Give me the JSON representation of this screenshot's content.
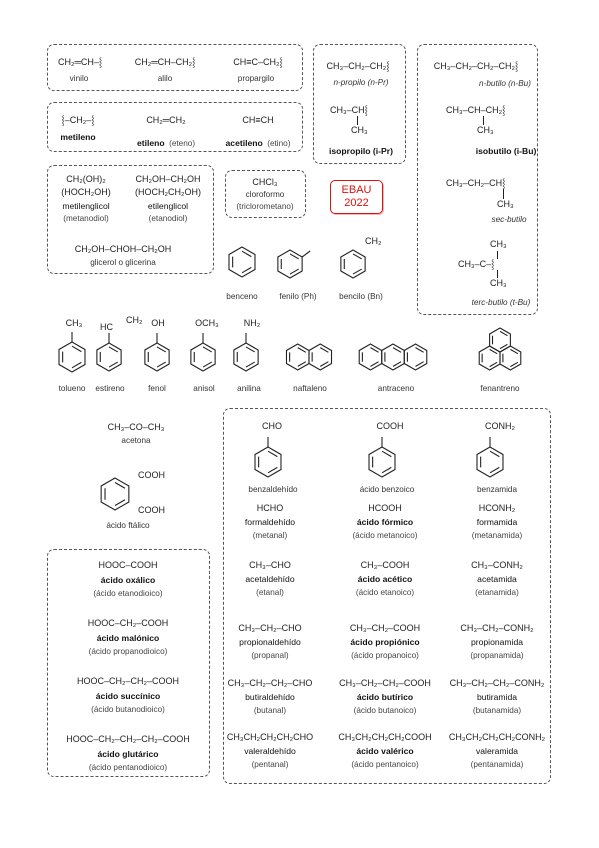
{
  "ebau": {
    "line1": "EBAU",
    "line2": "2022",
    "color": "#dd1111"
  },
  "radicals": [
    {
      "id": "vinilo",
      "formula": "CH₂═CH–⸾",
      "label": "vinilo"
    },
    {
      "id": "alilo",
      "formula": "CH₂═CH–CH₂⸾",
      "label": "alilo"
    },
    {
      "id": "propargilo",
      "formula": "CH≡C–CH₂⸾",
      "label": "propargilo"
    },
    {
      "id": "npropilo",
      "formula": "CH₃–CH₂–CH₂⸾",
      "label": "n-propilo (n-Pr)"
    },
    {
      "id": "isopropilo",
      "formula_top": "CH₃–CH⸾",
      "formula_bottom": "CH₃",
      "label": "isopropilo (i-Pr)"
    },
    {
      "id": "nbutilo",
      "formula": "CH₃–CH₂–CH₂–CH₂⸾",
      "label": "n-butilo (n-Bu)"
    },
    {
      "id": "isobutilo",
      "formula_top": "CH₃–CH–CH₂⸾",
      "formula_bottom": "CH₃",
      "label": "isobutilo (i-Bu)"
    },
    {
      "id": "secbutilo",
      "formula_top": "CH₃–CH₂–CH⸾",
      "formula_bottom": "CH₃",
      "label": "sec-butilo"
    },
    {
      "id": "tercbutilo",
      "formula_top": "CH₃",
      "formula_mid": "CH₃–C–⸾",
      "formula_bottom": "CH₃",
      "label": "terc-butilo (t-Bu)"
    }
  ],
  "methylene_box": [
    {
      "id": "metileno",
      "formula": "⸾–CH₂–⸾",
      "name": "metileno",
      "alt": ""
    },
    {
      "id": "etileno",
      "formula": "CH₂═CH₂",
      "name": "etileno",
      "alt": "(eteno)"
    },
    {
      "id": "acetileno",
      "formula": "CH≡CH",
      "name": "acetileno",
      "alt": "(etino)"
    }
  ],
  "glycols": {
    "metilenglicol": {
      "formula": "CH₂(OH)₂",
      "formula_alt": "(HOCH₂OH)",
      "name": "metilenglicol",
      "alt": "(metanodiol)"
    },
    "etilenglicol": {
      "formula": "CH₂OH–CH₂OH",
      "formula_alt": "(HOCH₂CH₂OH)",
      "name": "etilenglicol",
      "alt": "(etanodiol)"
    },
    "glicerol": {
      "formula": "CH₂OH–CHOH–CH₂OH",
      "name": "glicerol o glicerina"
    }
  },
  "cloroformo": {
    "formula": "CHCl₃",
    "name": "cloroformo",
    "alt": "(triclorometano)"
  },
  "rings_row1": [
    {
      "id": "benceno",
      "label": "benceno"
    },
    {
      "id": "fenilo",
      "label": "fenilo (Ph)"
    },
    {
      "id": "bencilo",
      "label": "bencilo (Bn)",
      "substituent": "CH₂"
    }
  ],
  "aromatics": [
    {
      "id": "tolueno",
      "label": "tolueno",
      "substituent": "CH₃"
    },
    {
      "id": "estireno",
      "label": "estireno",
      "substituent": "HC",
      "substituent2": "CH₂"
    },
    {
      "id": "fenol",
      "label": "fenol",
      "substituent": "OH"
    },
    {
      "id": "anisol",
      "label": "anisol",
      "substituent": "OCH₃"
    },
    {
      "id": "anilina",
      "label": "anilina",
      "substituent": "NH₂"
    },
    {
      "id": "naftaleno",
      "label": "naftaleno"
    },
    {
      "id": "antraceno",
      "label": "antraceno"
    },
    {
      "id": "fenantreno",
      "label": "fenantreno"
    }
  ],
  "acetona": {
    "formula": "CH₃–CO–CH₃",
    "name": "acetona"
  },
  "ftalico": {
    "label": "ácido ftálico",
    "sub1": "COOH",
    "sub2": "COOH"
  },
  "carbonyl_heads": [
    {
      "id": "benzaldehido",
      "label": "benzaldehído",
      "substituent": "CHO"
    },
    {
      "id": "benzoico",
      "label": "ácido benzoico",
      "substituent": "COOH"
    },
    {
      "id": "benzamida",
      "label": "benzamida",
      "substituent": "CONH₂"
    }
  ],
  "carbonyl_rows": [
    [
      {
        "formula": "HCHO",
        "name": "formaldehído",
        "iupac": "(metanal)",
        "bold": false
      },
      {
        "formula": "HCOOH",
        "name": "ácido fórmico",
        "iupac": "(ácido metanoico)",
        "bold": true
      },
      {
        "formula": "HCONH₂",
        "name": "formamida",
        "iupac": "(metanamida)",
        "bold": false
      }
    ],
    [
      {
        "formula": "CH₃–CHO",
        "name": "acetaldehído",
        "iupac": "(etanal)",
        "bold": false
      },
      {
        "formula": "CH₃–COOH",
        "name": "ácido acético",
        "iupac": "(ácido etanoico)",
        "bold": true
      },
      {
        "formula": "CH₃–CONH₂",
        "name": "acetamida",
        "iupac": "(etanamida)",
        "bold": false
      }
    ],
    [
      {
        "formula": "CH₃–CH₂–CHO",
        "name": "propionaldehído",
        "iupac": "(propanal)",
        "bold": false
      },
      {
        "formula": "CH₃–CH₂–COOH",
        "name": "ácido propiónico",
        "iupac": "(ácido propanoico)",
        "bold": true
      },
      {
        "formula": "CH₃–CH₂–CONH₂",
        "name": "propionamida",
        "iupac": "(propanamida)",
        "bold": false
      }
    ],
    [
      {
        "formula": "CH₃–CH₂–CH₂–CHO",
        "name": "butiraldehído",
        "iupac": "(butanal)",
        "bold": false
      },
      {
        "formula": "CH₃–CH₂–CH₂–COOH",
        "name": "ácido butírico",
        "iupac": "(ácido butanoico)",
        "bold": true
      },
      {
        "formula": "CH₃–CH₂–CH₂–CONH₂",
        "name": "butiramida",
        "iupac": "(butanamida)",
        "bold": false
      }
    ],
    [
      {
        "formula": "CH₃CH₂CH₂CH₂CHO",
        "name": "valeraldehído",
        "iupac": "(pentanal)",
        "bold": false
      },
      {
        "formula": "CH₃CH₂CH₂CH₂COOH",
        "name": "ácido valérico",
        "iupac": "(ácido pentanoico)",
        "bold": true
      },
      {
        "formula": "CH₃CH₂CH₂CH₂CONH₂",
        "name": "valeramida",
        "iupac": "(pentanamida)",
        "bold": false
      }
    ]
  ],
  "diacids": [
    {
      "formula": "HOOC–COOH",
      "name": "ácido oxálico",
      "iupac": "(ácido etanodioico)"
    },
    {
      "formula": "HOOC–CH₂–COOH",
      "name": "ácido malónico",
      "iupac": "(ácido propanodioico)"
    },
    {
      "formula": "HOOC–CH₂–CH₂–COOH",
      "name": "ácido succínico",
      "iupac": "(ácido butanodioico)"
    },
    {
      "formula": "HOOC–CH₂–CH₂–CH₂–COOH",
      "name": "ácido glutárico",
      "iupac": "(ácido pentanodioico)"
    }
  ]
}
